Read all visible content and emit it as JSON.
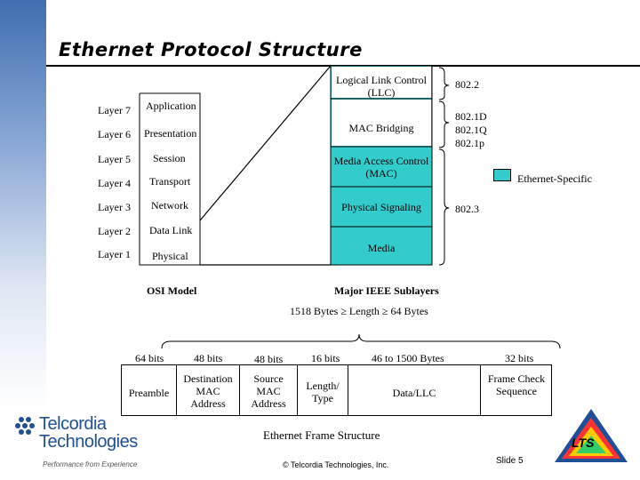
{
  "title": "Ethernet Protocol Structure",
  "osi": {
    "layers": [
      {
        "label": "Layer 7",
        "name": "Application"
      },
      {
        "label": "Layer 6",
        "name": "Presentation"
      },
      {
        "label": "Layer 5",
        "name": "Session"
      },
      {
        "label": "Layer 4",
        "name": "Transport"
      },
      {
        "label": "Layer 3",
        "name": "Network"
      },
      {
        "label": "Layer 2",
        "name": "Data Link"
      },
      {
        "label": "Layer 1",
        "name": "Physical"
      }
    ],
    "caption": "OSI Model"
  },
  "ieee": {
    "llc": "Logical Link Control (LLC)",
    "mac_bridging": "MAC Bridging",
    "mac": "Media Access Control (MAC)",
    "physical_signaling": "Physical Signaling",
    "media": "Media",
    "caption": "Major IEEE Sublayers",
    "std_8022": "802.2",
    "std_8021": "802.1D\n802.1Q\n802.1p",
    "std_8023": "802.3"
  },
  "legend": {
    "label": "Ethernet-Specific",
    "color": "#33cccc"
  },
  "frame": {
    "length_rule": "1518 Bytes ≥ Length ≥ 64 Bytes",
    "fields": [
      {
        "bits": "64 bits",
        "name": "Preamble"
      },
      {
        "bits": "48 bits",
        "name": "Destination MAC Address"
      },
      {
        "bits": "48 bits",
        "name": "Source MAC Address"
      },
      {
        "bits": "16 bits",
        "name": "Length/ Type"
      },
      {
        "bits": "46 to 1500 Bytes",
        "name": "Data/LLC"
      },
      {
        "bits": "32 bits",
        "name": "Frame Check Sequence"
      }
    ],
    "caption": "Ethernet Frame Structure"
  },
  "footer": {
    "copyright": "© Telcordia Technologies, Inc.",
    "slide": "Slide 5",
    "logo_line1": "Telcordia",
    "logo_line2": "Technologies",
    "tagline": "Performance from Experience",
    "badge": "LTS"
  }
}
